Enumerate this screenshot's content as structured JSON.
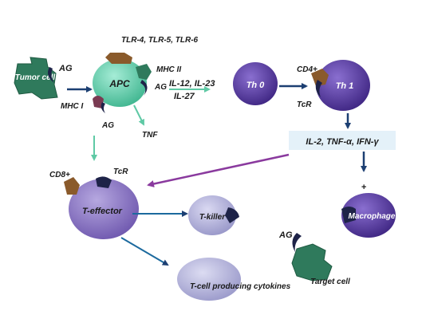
{
  "colors": {
    "tumor_cell": "#2f7a5c",
    "apc_body": "#6fd3b4",
    "th_cell": "#5b3ea4",
    "effector": "#8e7bc4",
    "killer": "#b7b6df",
    "cytokine_cell": "#b9b8e0",
    "macrophage": "#5b3ea4",
    "receptor_brown": "#8a5a2b",
    "ag_dark": "#1e2348",
    "mhc1": "#7a3a52",
    "arrow_blue": "#1c3f72",
    "arrow_teal": "#5fc9a5",
    "arrow_purple": "#8a3a9e",
    "cytokine_box_bg": "#e4f1f9"
  },
  "labels": {
    "tumor_cell": "Tumor cell",
    "ag_tumor": "AG",
    "mhc1": "MHC I",
    "ag_bottom": "AG",
    "tlr": "TLR-4, TLR-5, TLR-6",
    "mhc2": "MHC II",
    "apc": "APC",
    "ag_apc": "AG",
    "il12_il23": "IL-12, IL-23",
    "il27": "IL-27",
    "tnf": "TNF",
    "th0": "Th 0",
    "cd4": "CD4+",
    "th1": "Th 1",
    "tcr_th1": "TcR",
    "cytokine_box": "IL-2, TNF-α, IFN-γ",
    "plus": "+",
    "macrophage": "Macrophage",
    "cd8": "CD8+",
    "tcr_eff": "TcR",
    "t_effector": "T-effector",
    "t_killer": "T-killer",
    "t_cytokines": "T-cell producing cytokines",
    "ag_target": "AG",
    "target_cell": "Target cell"
  }
}
